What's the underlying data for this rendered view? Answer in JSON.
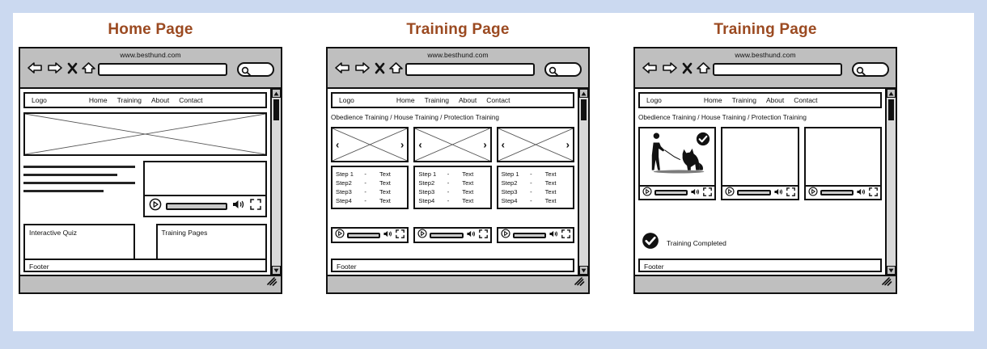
{
  "theme": {
    "frame_color": "#cbd9f0",
    "title_color": "#9b4a21",
    "chrome_color": "#bfbfbf",
    "ink_color": "#111111"
  },
  "browser": {
    "url_label": "www.besthund.com",
    "icons": {
      "back": "back-arrow-icon",
      "forward": "forward-arrow-icon",
      "stop": "close-x-icon",
      "home": "home-icon",
      "search": "magnifier-icon",
      "resize": "resize-grip-icon"
    },
    "address_value": "",
    "address_placeholder": ""
  },
  "nav": {
    "logo": "Logo",
    "links": [
      "Home",
      "Training",
      "About",
      "Contact"
    ]
  },
  "panels": [
    {
      "title": "Home Page",
      "footer": "Footer",
      "hero": "image-placeholder",
      "cards": [
        "Interactive Quiz",
        "Training Pages"
      ],
      "player": {
        "play": "play-icon",
        "volume": "speaker-icon",
        "fullscreen": "fullscreen-icon"
      }
    },
    {
      "title": "Training Page",
      "footer": "Footer",
      "breadcrumb": "Obedience Training / House Training / Protection Training",
      "columns": [
        {
          "steps": [
            {
              "name": "Step 1",
              "dash": "-",
              "value": "Text"
            },
            {
              "name": "Step2",
              "dash": "-",
              "value": "Text"
            },
            {
              "name": "Step3",
              "dash": "-",
              "value": "Text"
            },
            {
              "name": "Step4",
              "dash": "-",
              "value": "Text"
            }
          ]
        },
        {
          "steps": [
            {
              "name": "Step 1",
              "dash": "-",
              "value": "Text"
            },
            {
              "name": "Step2",
              "dash": "-",
              "value": "Text"
            },
            {
              "name": "Step3",
              "dash": "-",
              "value": "Text"
            },
            {
              "name": "Step4",
              "dash": "-",
              "value": "Text"
            }
          ]
        },
        {
          "steps": [
            {
              "name": "Step 1",
              "dash": "-",
              "value": "Text"
            },
            {
              "name": "Step2",
              "dash": "-",
              "value": "Text"
            },
            {
              "name": "Step3",
              "dash": "-",
              "value": "Text"
            },
            {
              "name": "Step4",
              "dash": "-",
              "value": "Text"
            }
          ]
        }
      ],
      "carousel_prev": "‹",
      "carousel_next": "›"
    },
    {
      "title": "Training Page",
      "footer": "Footer",
      "breadcrumb": "Obedience Training / House Training / Protection Training",
      "completed_label": "Training Completed",
      "completed_icon": "check-circle-icon",
      "thumbnail_icon": "dog-training-silhouette"
    }
  ]
}
